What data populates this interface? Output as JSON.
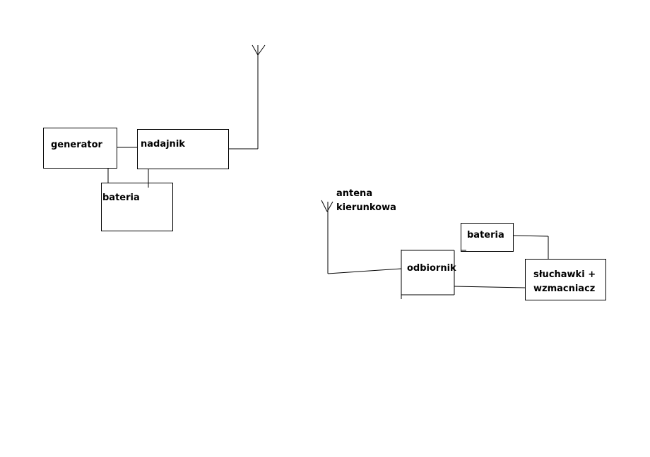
{
  "transmitter": {
    "generator": "generator",
    "nadajnik": "nadajnik",
    "bateria": "bateria"
  },
  "receiver": {
    "antena_line1": "antena",
    "antena_line2": "kierunkowa",
    "odbiornik": "odbiornik",
    "bateria": "bateria",
    "sluchawki_line1": "słuchawki +",
    "sluchawki_line2": "wzmacniacz"
  },
  "colors": {
    "stroke": "#000000",
    "background": "#ffffff"
  }
}
